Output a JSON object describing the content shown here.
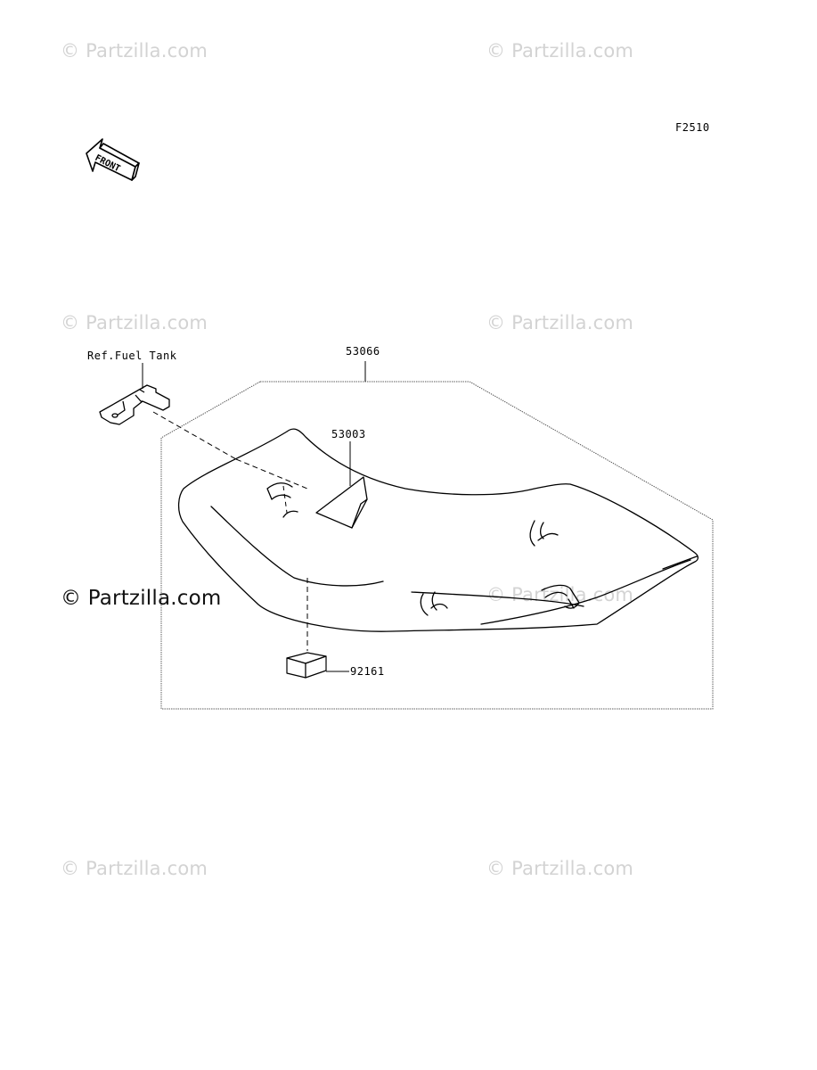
{
  "figure_code": "F2510",
  "front_arrow_text": "FRONT",
  "watermarks": [
    "© Partzilla.com",
    "© Partzilla.com",
    "© Partzilla.com",
    "© Partzilla.com",
    "© Partzilla.com",
    "© Partzilla.com",
    "© Partzilla.com"
  ],
  "watermark_prominent": "© Partzilla.com",
  "parts": {
    "ref_fuel_tank": "Ref.Fuel Tank",
    "seat_assy": "53066",
    "seat_cover": "53003",
    "damper": "92161"
  }
}
